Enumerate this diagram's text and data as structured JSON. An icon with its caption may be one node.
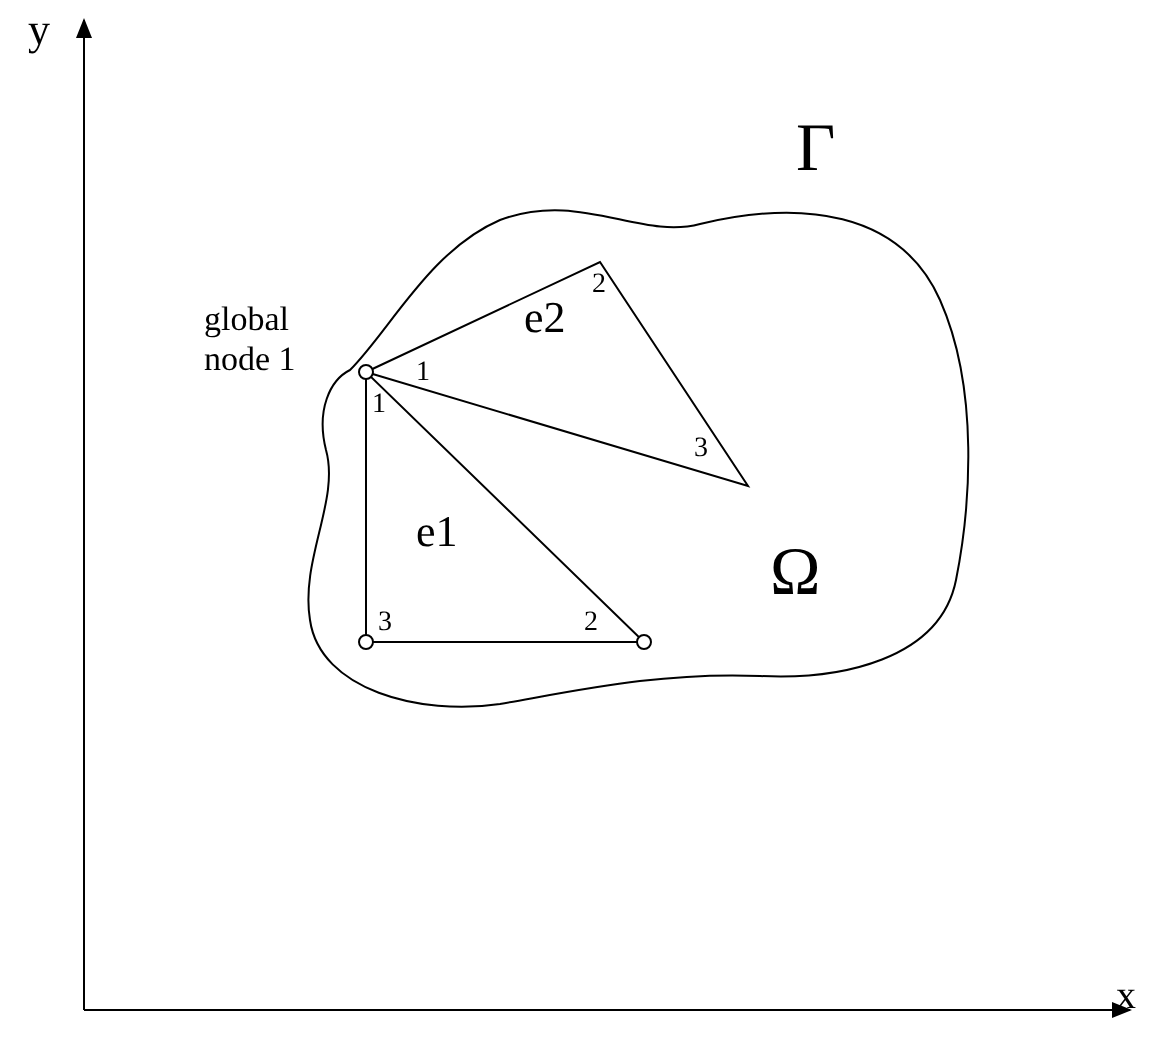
{
  "diagram": {
    "nodes": [
      {
        "text": [
          "Ω"
        ],
        "beside": [
          "Γ"
        ]
      },
      {
        "text": [
          "e1"
        ],
        "in": 0
      },
      {
        "text": [
          "e2"
        ],
        "in": 0
      }
    ],
    "edges": [],
    "labels": [
      "y",
      "2",
      "global node 1",
      "1",
      "1",
      "3",
      "3",
      "2",
      "x"
    ]
  }
}
